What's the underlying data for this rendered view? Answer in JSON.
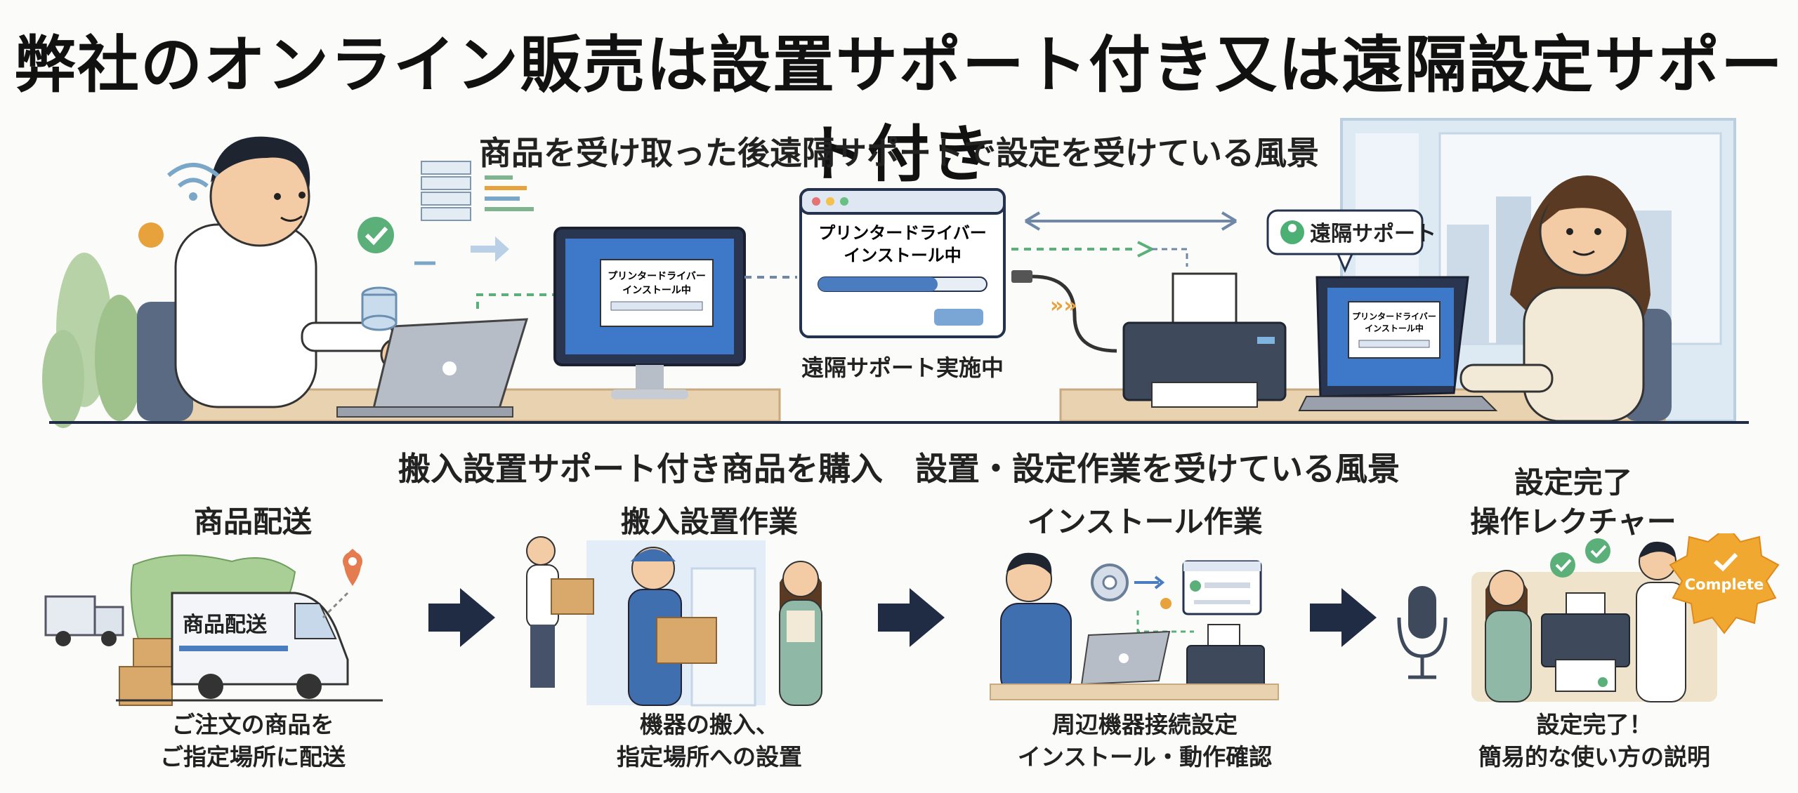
{
  "main_title": "弊社のオンライン販売は設置サポート付き又は遠隔設定サポート付き",
  "remote_section": {
    "title": "商品を受け取った後遠隔サポートで設定を受けている風景",
    "popup_line1": "プリンタードライバー",
    "popup_line2": "インストール中",
    "remote_status": "遠隔サポート実施中",
    "bubble_label": "遠隔サポート",
    "monitor_line1": "プリンタードライバー",
    "monitor_line2": "インストール中",
    "laptop_line1": "プリンタードライバー",
    "laptop_line2": "インストール中"
  },
  "install_section": {
    "title": "搬入設置サポート付き商品を購入　設置・設定作業を受けている風景",
    "steps": [
      {
        "title": "商品配送",
        "van_label": "商品配送",
        "caption_line1": "ご注文の商品を",
        "caption_line2": "ご指定場所に配送"
      },
      {
        "title": "搬入設置作業",
        "caption_line1": "機器の搬入、",
        "caption_line2": "指定場所への設置"
      },
      {
        "title": "インストール作業",
        "caption_line1": "周辺機器接続設定",
        "caption_line2": "インストール・動作確認"
      },
      {
        "title_line1": "設定完了",
        "title_line2": "操作レクチャー",
        "badge": "Complete",
        "caption_line1": "設定完了！",
        "caption_line2": "簡易的な使い方の説明"
      }
    ]
  },
  "colors": {
    "navy": "#1f2c44",
    "accent_blue": "#4a7cc0",
    "green": "#4caf73",
    "orange": "#e8a23c",
    "desk": "#e9d2b0"
  }
}
